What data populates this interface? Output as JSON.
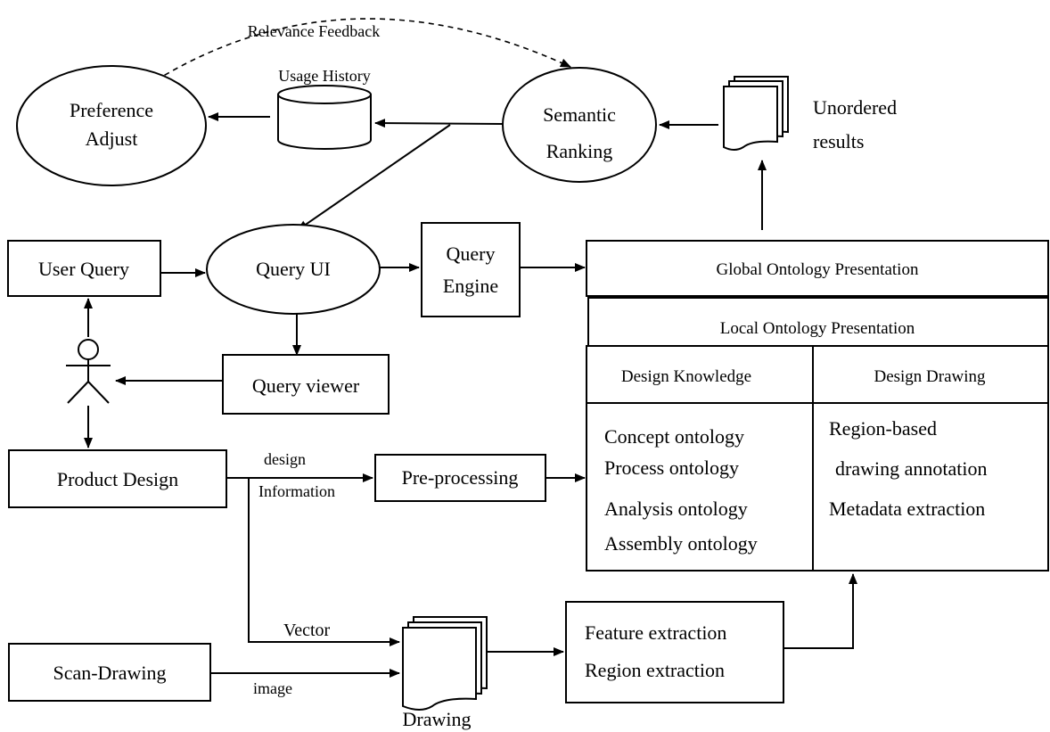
{
  "nodes": {
    "preference_adjust": [
      "Preference",
      "Adjust"
    ],
    "usage_history": "Usage History",
    "semantic_ranking": [
      "Semantic",
      "Ranking"
    ],
    "unordered_results": [
      "Unordered",
      "results"
    ],
    "user_query": "User Query",
    "query_ui": "Query UI",
    "query_engine": [
      "Query",
      "Engine"
    ],
    "global_ontology": "Global Ontology Presentation",
    "local_ontology": "Local Ontology Presentation",
    "query_viewer": "Query viewer",
    "design_knowledge": "Design Knowledge",
    "design_drawing": "Design Drawing",
    "knowledge_items": [
      "Concept ontology",
      "Process ontology",
      "Analysis ontology",
      "Assembly ontology"
    ],
    "drawing_items": [
      "Region-based",
      "drawing annotation",
      "Metadata extraction"
    ],
    "product_design": "Product Design",
    "preprocessing": "Pre-processing",
    "scan_drawing": "Scan-Drawing",
    "drawing": "Drawing",
    "extraction": [
      "Feature extraction",
      "Region extraction"
    ]
  },
  "edge_labels": {
    "relevance_feedback": "Relevance Feedback",
    "design": "design",
    "information": "Information",
    "vector": "Vector",
    "image": "image"
  }
}
